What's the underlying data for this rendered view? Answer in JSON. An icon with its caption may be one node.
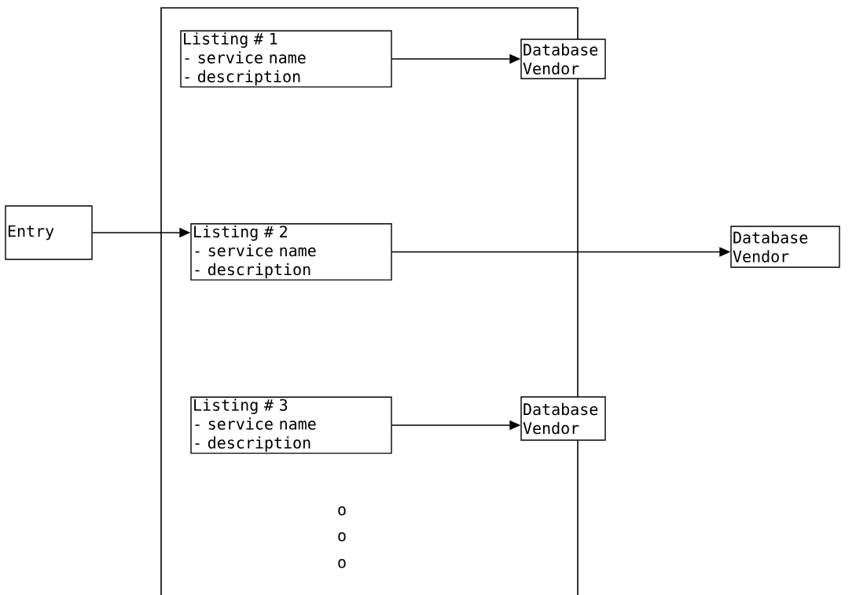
{
  "diagram": {
    "nodes": [
      {
        "text": [
          "Listing # 1",
          "- service name",
          "- description"
        ]
      },
      {
        "text": [
          "Database Vendor"
        ]
      },
      {
        "text": [
          "Entry"
        ]
      },
      {
        "text": [
          "Listing # 2",
          "- service name",
          "- description"
        ]
      },
      {
        "text": [
          "Database Vendor"
        ]
      },
      {
        "text": [
          "Listing # 3",
          "- service name",
          "- description"
        ]
      },
      {
        "text": [
          "Database Vendor"
        ]
      }
    ],
    "edges": [
      {
        "from": 0,
        "to": 1,
        "arrow": "to"
      },
      {
        "from": 2,
        "to": 3,
        "arrow": "to"
      },
      {
        "from": 3,
        "to": 4,
        "arrow": "to"
      },
      {
        "from": 5,
        "to": 6,
        "arrow": "to"
      }
    ],
    "labels": [
      "o",
      "o",
      "o"
    ]
  }
}
